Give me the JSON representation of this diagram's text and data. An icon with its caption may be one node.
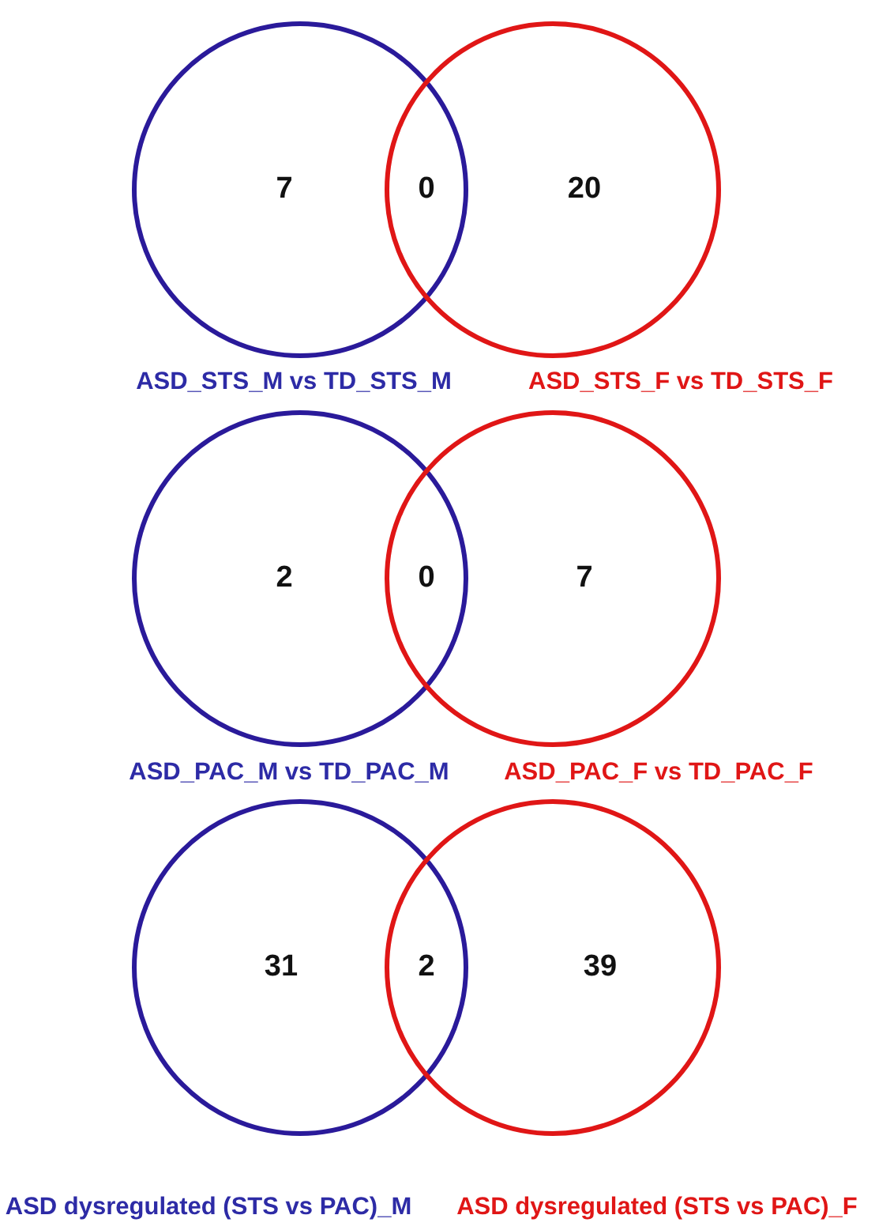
{
  "diagram": {
    "nodes": [
      {
        "text": [
          "7"
        ],
        "beside": [
          "ASD_STS_M vs TD_STS_M"
        ]
      },
      {
        "text": [
          "0"
        ]
      },
      {
        "text": [
          "20"
        ],
        "beside": [
          "ASD_STS_F vs TD_STS_F"
        ]
      },
      {
        "text": [
          "2"
        ],
        "beside": [
          "ASD_PAC_M vs TD_PAC_M"
        ]
      },
      {
        "text": [
          "0"
        ]
      },
      {
        "text": [
          "7"
        ],
        "beside": [
          "ASD_PAC_F vs TD_PAC_F"
        ]
      },
      {
        "text": [
          "31"
        ],
        "beside": [
          "ASD dysregulated (STS vs PAC)_M"
        ]
      },
      {
        "text": [
          "2"
        ]
      },
      {
        "text": [
          "39"
        ],
        "beside": [
          "ASD dysregulated (STS vs PAC)_F"
        ]
      }
    ]
  }
}
